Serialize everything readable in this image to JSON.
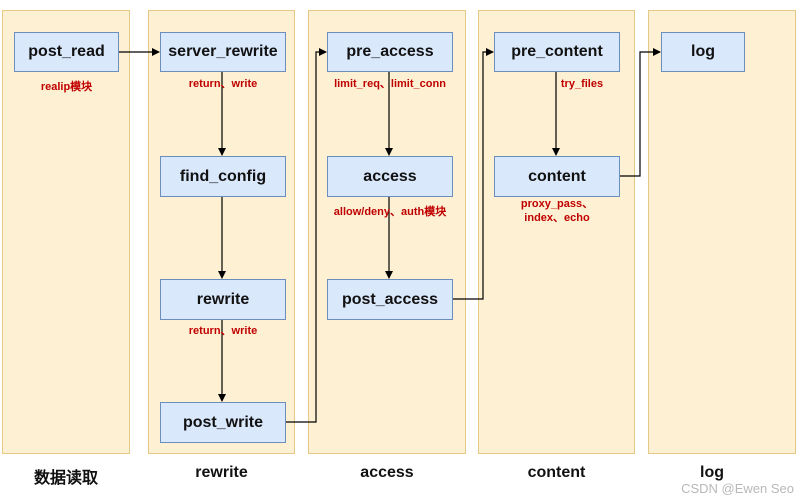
{
  "columns": [
    {
      "label": "数据读取"
    },
    {
      "label": "rewrite"
    },
    {
      "label": "access"
    },
    {
      "label": "content"
    },
    {
      "label": "log"
    }
  ],
  "nodes": {
    "post_read": "post_read",
    "server_rewrite": "server_rewrite",
    "find_config": "find_config",
    "rewrite": "rewrite",
    "post_write": "post_write",
    "pre_access": "pre_access",
    "access": "access",
    "post_access": "post_access",
    "pre_content": "pre_content",
    "content": "content",
    "log": "log"
  },
  "annotations": {
    "post_read": "realip模块",
    "server_rewrite": "return、write",
    "rewrite": "return、write",
    "pre_access": "limit_req、limit_conn",
    "access": "allow/deny、auth模块",
    "pre_content": "try_files",
    "content_line1": "proxy_pass、",
    "content_line2": "index、echo"
  },
  "watermark": "CSDN @Ewen Seo",
  "colors": {
    "column_fill": "#fdf0d3",
    "column_border": "#e6c986",
    "node_fill": "#dae8fc",
    "node_border": "#6c8ebf",
    "annotation": "#c00000",
    "arrow": "#000000"
  }
}
